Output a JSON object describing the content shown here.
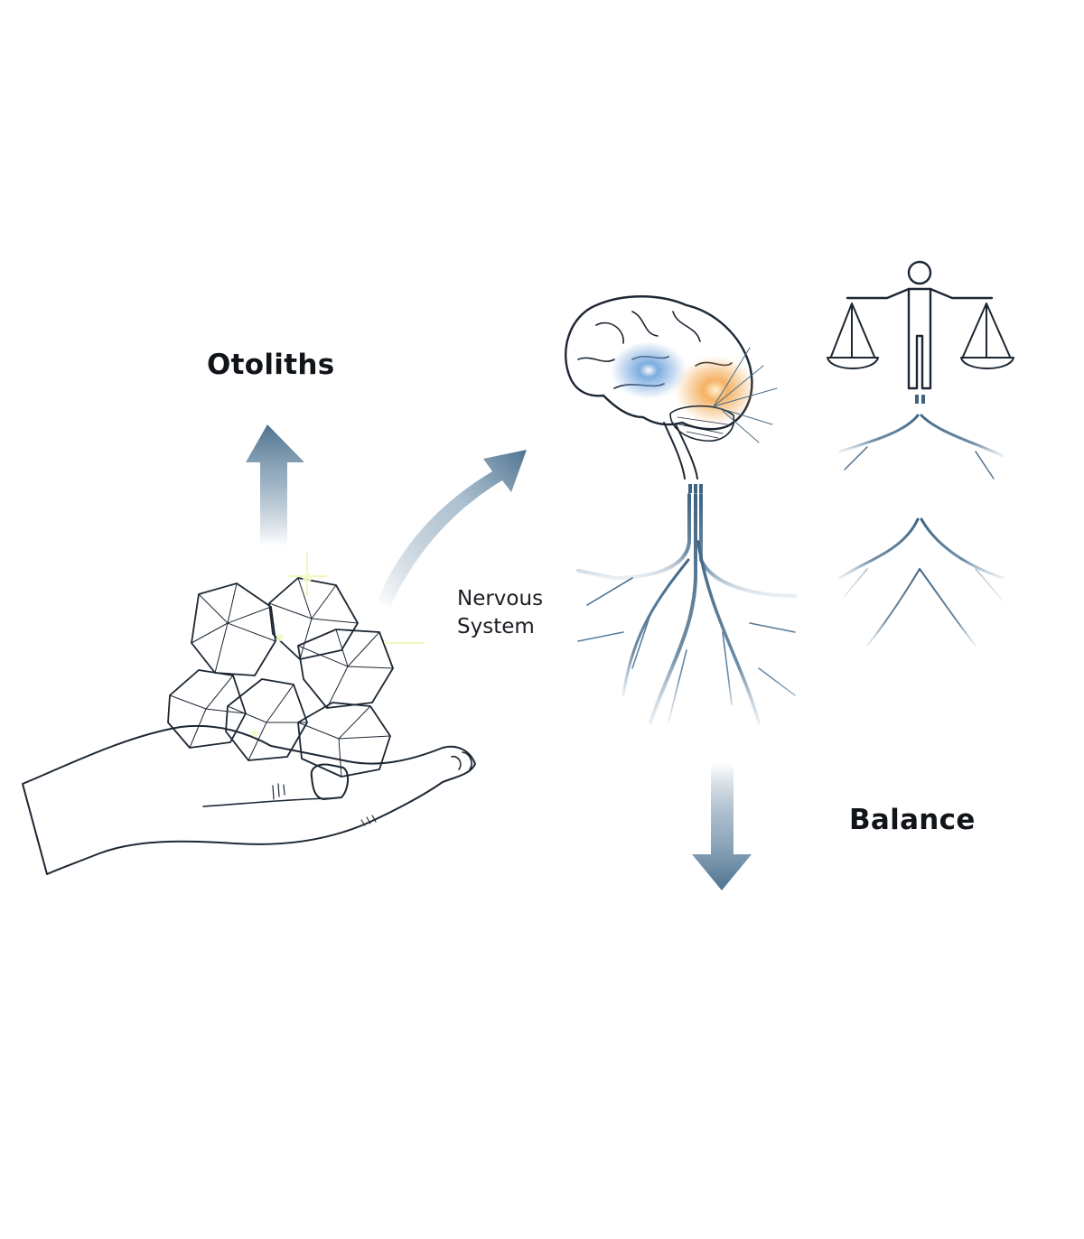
{
  "diagram": {
    "labels": {
      "otoliths": "Otoliths",
      "nervous_system_line1": "Nervous",
      "nervous_system_line2": "System",
      "balance": "Balance"
    },
    "elements": [
      {
        "id": "hand",
        "depicts": "open palm holding crystals"
      },
      {
        "id": "otolith-crystals",
        "depicts": "cluster of faceted crystals"
      },
      {
        "id": "brain",
        "depicts": "brain with highlighted vestibular regions"
      },
      {
        "id": "nerve-tree-left",
        "depicts": "branching nerve roots below brain"
      },
      {
        "id": "balance-figure",
        "depicts": "person holding scales"
      },
      {
        "id": "nerve-tree-right",
        "depicts": "branching nerve roots below figure"
      }
    ],
    "arrows": [
      {
        "from": "otolith-crystals",
        "to": "Otoliths",
        "direction": "up"
      },
      {
        "from": "otolith-crystals",
        "to": "brain",
        "direction": "up-right, curved"
      },
      {
        "from": "nerve-tree-left",
        "to": "Balance",
        "direction": "down"
      }
    ],
    "colors": {
      "arrow": "#4f7390",
      "nerve": "#4a6c88",
      "ink": "#1c2733",
      "glow_blue": "#6fa3dc",
      "glow_orange": "#f3a54a",
      "crystal": "#b9d3e6",
      "sparkle": "#e8f59a"
    }
  }
}
